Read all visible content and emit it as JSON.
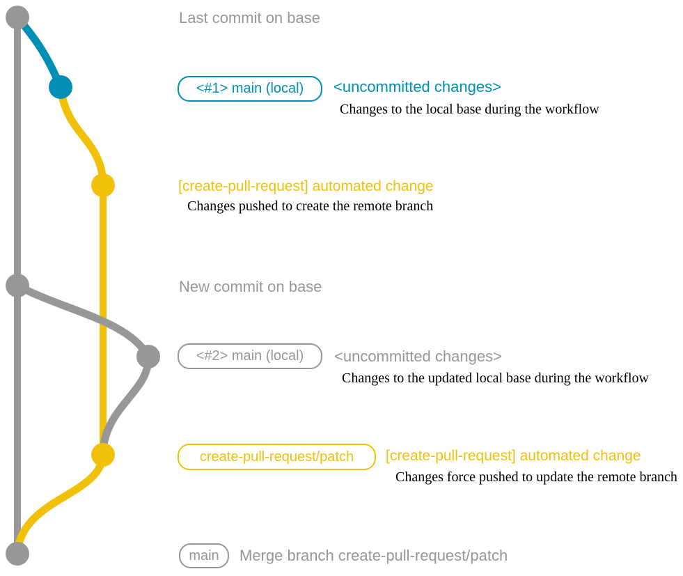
{
  "colors": {
    "base_gray": "#979797",
    "local_blue": "#008fb5",
    "remote_yellow": "#f1c109",
    "caption_black": "#000000",
    "background": "#ffffff"
  },
  "rows": {
    "last_commit": {
      "label": "Last commit on base"
    },
    "local1": {
      "tag": "<#1> main (local)",
      "status": "<uncommitted changes>",
      "caption": "Changes to the local base during the workflow"
    },
    "remote1": {
      "message": "[create-pull-request] automated change",
      "caption": "Changes pushed to create the remote branch"
    },
    "new_commit": {
      "label": "New commit on base"
    },
    "local2": {
      "tag": "<#2> main (local)",
      "status": "<uncommitted changes>",
      "caption": "Changes to the updated local base during the workflow"
    },
    "remote2": {
      "tag": "create-pull-request/patch",
      "message": "[create-pull-request] automated change",
      "caption": "Changes force pushed to update the remote branch"
    },
    "merge": {
      "tag": "main",
      "message": "Merge branch create-pull-request/patch"
    }
  }
}
